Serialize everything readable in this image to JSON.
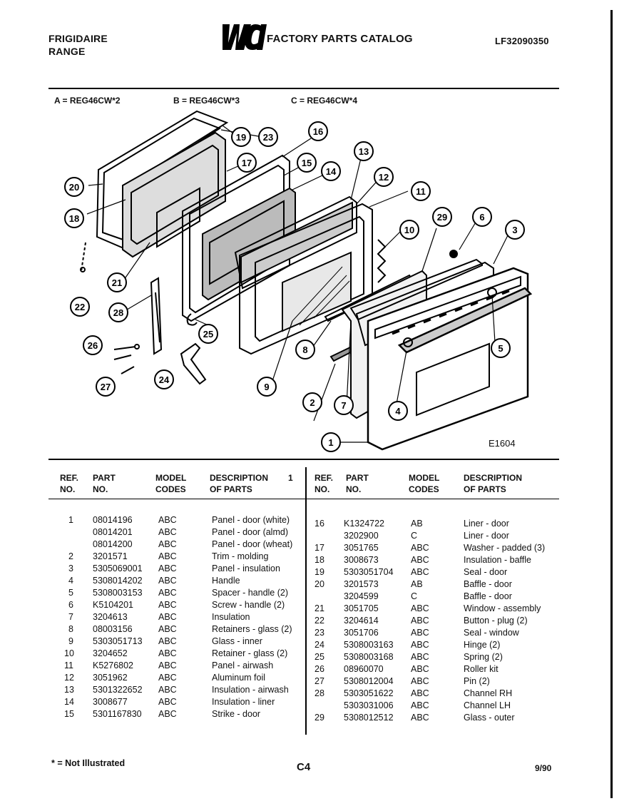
{
  "header": {
    "brand": "FRIGIDAIRE",
    "product": "RANGE",
    "logo_text": "WCI",
    "catalog_title": "FACTORY PARTS CATALOG",
    "catalog_number": "LF32090350"
  },
  "models": [
    "A = REG46CW*2",
    "B = REG46CW*3",
    "C = REG46CW*4"
  ],
  "diagram": {
    "figure_id": "E1604",
    "callouts": [
      "1",
      "2",
      "3",
      "4",
      "5",
      "6",
      "7",
      "8",
      "9",
      "10",
      "11",
      "12",
      "13",
      "14",
      "15",
      "16",
      "17",
      "18",
      "19",
      "20",
      "21",
      "22",
      "23",
      "24",
      "25",
      "26",
      "27",
      "28",
      "29"
    ]
  },
  "table": {
    "headers": {
      "ref": "REF.\nNO.",
      "part": "PART\nNO.",
      "model": "MODEL\nCODES",
      "desc_left": "DESCRIPTION\nOF PARTS",
      "desc_right": "DESCRIPTION\nOF PARTS",
      "marker": "1"
    },
    "left": [
      {
        "ref": "1",
        "part": "08014196",
        "codes": "ABC",
        "desc": "Panel - door (white)"
      },
      {
        "ref": "",
        "part": "08014201",
        "codes": "ABC",
        "desc": "Panel - door (almd)"
      },
      {
        "ref": "",
        "part": "08014200",
        "codes": "ABC",
        "desc": "Panel - door (wheat)"
      },
      {
        "ref": "2",
        "part": "3201571",
        "codes": "ABC",
        "desc": "Trim - molding"
      },
      {
        "ref": "3",
        "part": "5305069001",
        "codes": "ABC",
        "desc": "Panel - insulation"
      },
      {
        "ref": "4",
        "part": "5308014202",
        "codes": "ABC",
        "desc": "Handle"
      },
      {
        "ref": "5",
        "part": "5308003153",
        "codes": "ABC",
        "desc": "Spacer - handle (2)"
      },
      {
        "ref": "6",
        "part": "K5104201",
        "codes": "ABC",
        "desc": "Screw - handle (2)"
      },
      {
        "ref": "7",
        "part": "3204613",
        "codes": "ABC",
        "desc": "Insulation"
      },
      {
        "ref": "8",
        "part": "08003156",
        "codes": "ABC",
        "desc": "Retainers - glass (2)"
      },
      {
        "ref": "9",
        "part": "5303051713",
        "codes": "ABC",
        "desc": "Glass - inner"
      },
      {
        "ref": "10",
        "part": "3204652",
        "codes": "ABC",
        "desc": "Retainer - glass (2)"
      },
      {
        "ref": "11",
        "part": "K5276802",
        "codes": "ABC",
        "desc": "Panel - airwash"
      },
      {
        "ref": "12",
        "part": "3051962",
        "codes": "ABC",
        "desc": "Aluminum foil"
      },
      {
        "ref": "13",
        "part": "5301322652",
        "codes": "ABC",
        "desc": "Insulation - airwash"
      },
      {
        "ref": "14",
        "part": "3008677",
        "codes": "ABC",
        "desc": "Insulation - liner"
      },
      {
        "ref": "15",
        "part": "5301167830",
        "codes": "ABC",
        "desc": "Strike - door"
      }
    ],
    "right": [
      {
        "ref": "16",
        "part": "K1324722",
        "codes": "AB",
        "desc": "Liner - door"
      },
      {
        "ref": "",
        "part": "3202900",
        "codes": "C",
        "desc": "Liner - door"
      },
      {
        "ref": "17",
        "part": "3051765",
        "codes": "ABC",
        "desc": "Washer - padded (3)"
      },
      {
        "ref": "18",
        "part": "3008673",
        "codes": "ABC",
        "desc": "Insulation - baffle"
      },
      {
        "ref": "19",
        "part": "5303051704",
        "codes": "ABC",
        "desc": "Seal - door"
      },
      {
        "ref": "20",
        "part": "3201573",
        "codes": "AB",
        "desc": "Baffle - door"
      },
      {
        "ref": "",
        "part": "3204599",
        "codes": "C",
        "desc": "Baffle - door"
      },
      {
        "ref": "21",
        "part": "3051705",
        "codes": "ABC",
        "desc": "Window - assembly"
      },
      {
        "ref": "22",
        "part": "3204614",
        "codes": "ABC",
        "desc": "Button - plug (2)"
      },
      {
        "ref": "23",
        "part": "3051706",
        "codes": "ABC",
        "desc": "Seal - window"
      },
      {
        "ref": "24",
        "part": "5308003163",
        "codes": "ABC",
        "desc": "Hinge (2)"
      },
      {
        "ref": "25",
        "part": "5308003168",
        "codes": "ABC",
        "desc": "Spring (2)"
      },
      {
        "ref": "26",
        "part": "08960070",
        "codes": "ABC",
        "desc": "Roller kit"
      },
      {
        "ref": "27",
        "part": "5308012004",
        "codes": "ABC",
        "desc": "Pin (2)"
      },
      {
        "ref": "28",
        "part": "5303051622",
        "codes": "ABC",
        "desc": "Channel RH"
      },
      {
        "ref": "",
        "part": "5303031006",
        "codes": "ABC",
        "desc": "Channel LH"
      },
      {
        "ref": "29",
        "part": "5308012512",
        "codes": "ABC",
        "desc": "Glass - outer"
      }
    ]
  },
  "footer": {
    "note": "* = Not Illustrated",
    "page": "C4",
    "date": "9/90"
  }
}
